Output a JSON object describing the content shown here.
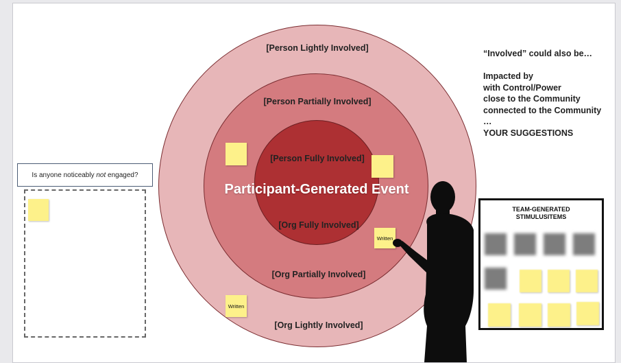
{
  "rings": {
    "outer_top": "[Person Lightly Involved]",
    "middle_top": "[Person Partially Involved]",
    "inner_top": "[Person Fully Involved]",
    "center_title": "Participant-Generated Event",
    "inner_bottom": "[Org Fully Involved]",
    "middle_bottom": "[Org Partially Involved]",
    "outer_bottom": "[Org Lightly Involved]"
  },
  "sticky_notes": {
    "written_1": "Written",
    "written_2": "Written"
  },
  "sidebar": {
    "heading": "“Involved” could also be…",
    "lines": [
      "Impacted by",
      "with Control/Power",
      "close to the Community",
      "connected to the Community",
      "…",
      "YOUR SUGGESTIONS"
    ]
  },
  "question": {
    "before": "Is anyone noticeably ",
    "emphasis": "not",
    "after": " engaged?"
  },
  "stimulus_panel": {
    "title_line1": "TEAM-GENERATED",
    "title_line2": "STIMULUSITEMS"
  },
  "colors": {
    "outer_ring": "#e7b6b8",
    "middle_ring": "#d47b7f",
    "inner_ring": "#ad3033",
    "sticky": "#fdf18a"
  }
}
